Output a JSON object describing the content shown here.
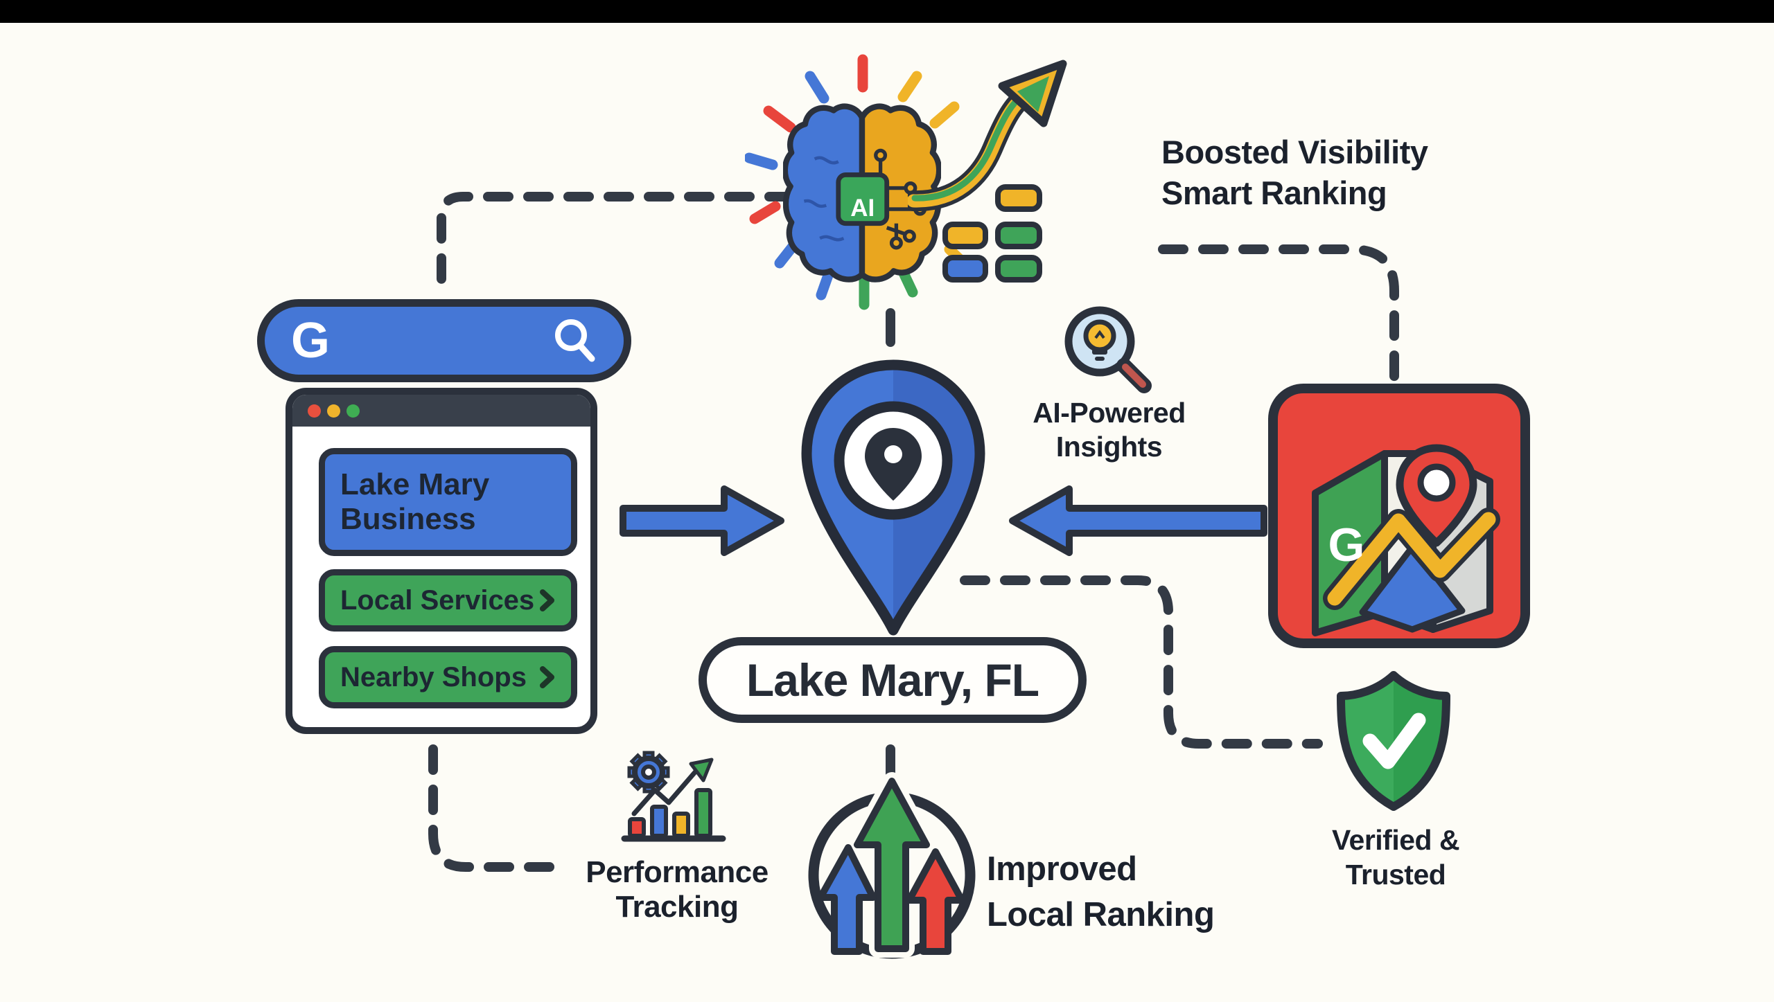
{
  "top_section": {
    "ai_chip_label": "AI",
    "boosted_line1": "Boosted Visibility",
    "boosted_line2": "Smart Ranking"
  },
  "search_bar": {
    "logo": "G"
  },
  "browser": {
    "business_button": "Lake Mary Business",
    "services_button": "Local Services",
    "shops_button": "Nearby Shops"
  },
  "center": {
    "location_label": "Lake Mary, FL"
  },
  "insights": {
    "line1": "AI-Powered",
    "line2": "Insights"
  },
  "maps_icon": {
    "logo": "G"
  },
  "verified": {
    "line1": "Verified &",
    "line2": "Trusted"
  },
  "improved": {
    "line1": "Improved",
    "line2": "Local Ranking"
  },
  "performance": {
    "line1": "Performance",
    "line2": "Tracking"
  },
  "colors": {
    "blue": "#4577d6",
    "green": "#3fa459",
    "shield_green": "#2f9e4f",
    "yellow": "#f0b429",
    "brain_yellow": "#e9a61f",
    "red": "#e8453c",
    "outline": "#2b313c",
    "text": "#1b212c",
    "background": "#fdfcf6"
  }
}
